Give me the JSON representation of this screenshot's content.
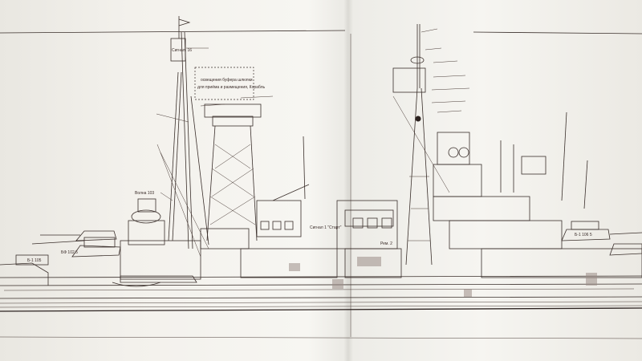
{
  "sheet": {
    "colors": {
      "paper": "#f4f3ef",
      "ink": "#3a2f2b",
      "shadow": "#d8d6cf"
    }
  },
  "labels": {
    "box_line1": "освещения буфера шлюпки",
    "box_line2": "для приёма и размещения, Корабль",
    "plate_mast": "Сигнал. 16",
    "blast_shield_text": "Волна 103",
    "left_turret": "Б-1 105",
    "left_turret_b": "БФ 102 5",
    "right_turret": "Б-1 106 5",
    "center_caption": "Сигнал 1 \"Старт\"",
    "aft_tower": "Рем. 2"
  }
}
